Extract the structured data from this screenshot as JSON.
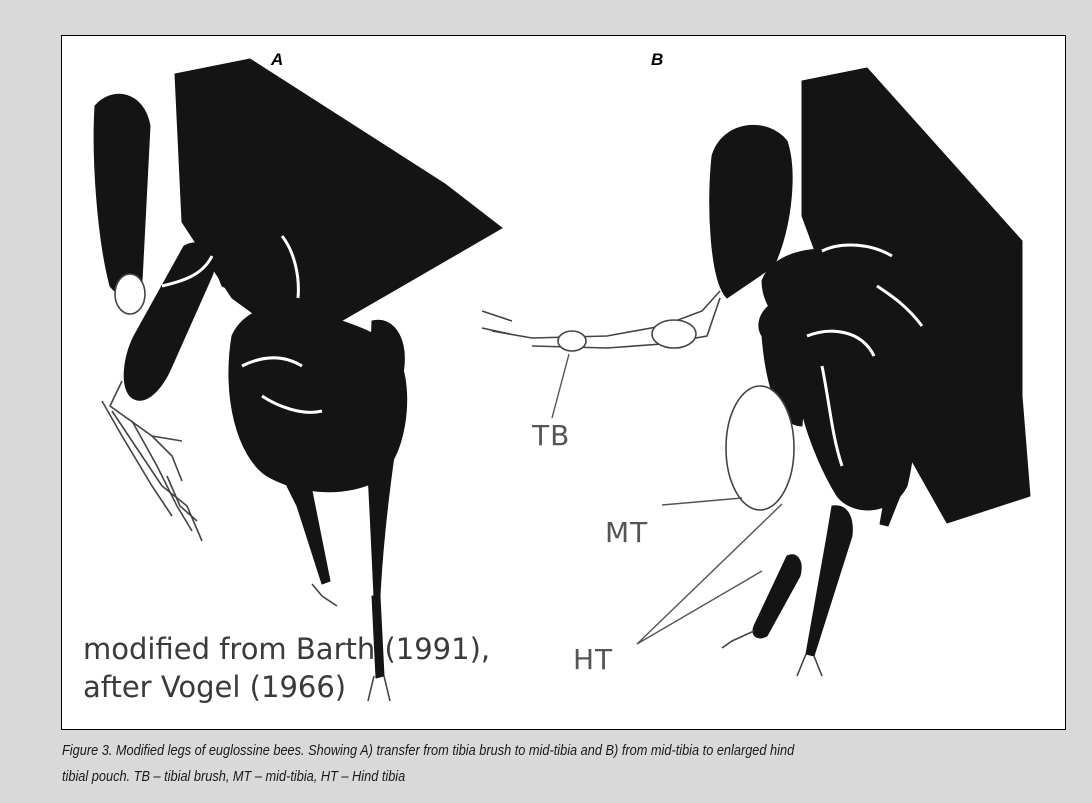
{
  "figure": {
    "panel_labels": [
      "A",
      "B"
    ],
    "callouts": {
      "tb": "TB",
      "mt": "MT",
      "ht": "HT"
    },
    "credit_lines": [
      "modified from Barth (1991),",
      "after Vogel (1966)"
    ],
    "caption_lines": [
      "Figure 3.  Modified legs of euglossine bees.  Showing A) transfer from tibia brush to mid-tibia and B) from mid-tibia to enlarged hind",
      "tibial pouch.   TB – tibial brush, MT – mid-tibia, HT – Hind tibia"
    ]
  },
  "colors": {
    "page_background": "#d9d9d9",
    "frame_background": "#ffffff",
    "silhouette": "#141414"
  }
}
